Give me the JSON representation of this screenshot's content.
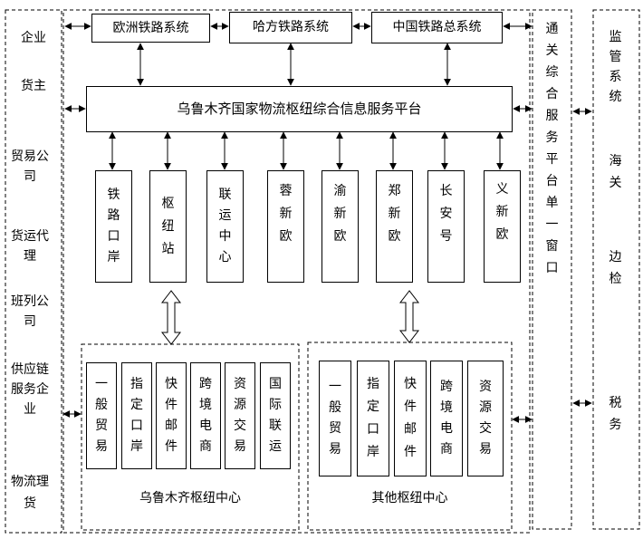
{
  "left_column": {
    "entities": [
      "企业",
      "货主",
      "贸易公司",
      "货运代理",
      "班列公司",
      "供应链服务企业",
      "物流理货"
    ]
  },
  "top_systems": [
    "欧洲铁路系统",
    "哈方铁路系统",
    "中国铁路总系统"
  ],
  "platform": {
    "title": "乌鲁木齐国家物流枢纽综合信息服务平台"
  },
  "hub_units": [
    "铁路口岸",
    "枢纽站",
    "联运中心",
    "蓉新欧",
    "渝新欧",
    "郑新欧",
    "长安号",
    "义新欧"
  ],
  "urumqi_center": {
    "title": "乌鲁木齐枢纽中心",
    "services": [
      "一般贸易",
      "指定口岸",
      "快件邮件",
      "跨境电商",
      "资源交易",
      "国际联运"
    ]
  },
  "other_center": {
    "title": "其他枢纽中心",
    "services": [
      "一般贸易",
      "指定口岸",
      "快件邮件",
      "跨境电商",
      "资源交易"
    ]
  },
  "single_window": {
    "title": "通关综合服务平台单一窗口"
  },
  "regulators": {
    "top": "监管系统",
    "items": [
      "海关",
      "边检",
      "税务"
    ]
  }
}
